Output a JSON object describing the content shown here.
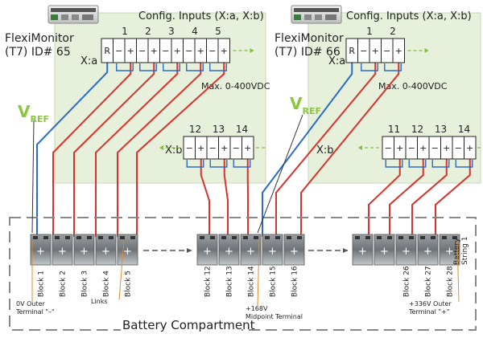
{
  "colors": {
    "panel_fill": "#e6f0da",
    "panel_stroke": "#c8d6b8",
    "vref_green": "#8cc63f",
    "ref_wire": "#2b6cc4",
    "pos_wire": "#d9312b",
    "dash_green": "#7fbf3f",
    "compartment_dash": "#888888"
  },
  "monitors": [
    {
      "title": "Config. Inputs (X:a, X:b)",
      "name": "FlexiMonitor",
      "id_label": "(T7) ID# 65",
      "xa_label": "X:a",
      "xa_numbers": [
        "1",
        "2",
        "3",
        "4",
        "5"
      ],
      "xa_cells": [
        "R",
        "−",
        "+",
        "−",
        "+",
        "−",
        "+",
        "−",
        "+",
        "−",
        "+"
      ],
      "max_label": "Max. 0-400VDC",
      "xb_label": "X:b",
      "xb_numbers": [
        "12",
        "13",
        "14"
      ],
      "xb_cells": [
        "−",
        "+",
        "−",
        "+",
        "−",
        "+"
      ],
      "vref": "V",
      "vref_sub": "REF"
    },
    {
      "title": "Config. Inputs (X:a, X:b)",
      "name": "FlexiMonitor",
      "id_label": "(T7) ID# 66",
      "xa_label": "X:a",
      "xa_numbers": [
        "1",
        "2"
      ],
      "xa_cells": [
        "R",
        "−",
        "+",
        "−",
        "+"
      ],
      "max_label": "Max. 0-400VDC",
      "xb_label": "X:b",
      "xb_numbers": [
        "11",
        "12",
        "13",
        "14"
      ],
      "xb_cells": [
        "−",
        "+",
        "−",
        "+",
        "−",
        "+",
        "−",
        "+"
      ],
      "vref": "V",
      "vref_sub": "REF"
    }
  ],
  "compartment": {
    "title": "Battery Compartment",
    "string_label_1": "Battery",
    "string_label_2": "String 1"
  },
  "blocks": {
    "group1": [
      "Block 1",
      "Block 2",
      "Block 3",
      "Block 4",
      "Block 5"
    ],
    "group2": [
      "Block 12",
      "Block 13",
      "Block 14",
      "Block 15",
      "Block 16"
    ],
    "group3": [
      "Block 26",
      "Block 27",
      "Block 28"
    ]
  },
  "annotations": {
    "outer_neg_1": "0V Outer",
    "outer_neg_2": "Terminal \"–\"",
    "links": "Links",
    "midpoint_1": "+168V",
    "midpoint_2": "Midpoint Terminal",
    "outer_pos_1": "+336V Outer",
    "outer_pos_2": "Terminal \"+\""
  }
}
